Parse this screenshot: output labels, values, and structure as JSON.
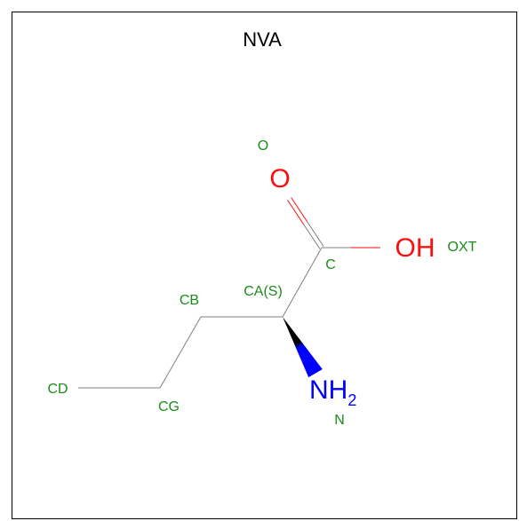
{
  "title": "NVA",
  "colors": {
    "carbon_bond": "#7f7f7f",
    "oxygen": "#ff0d0d",
    "nitrogen": "#0000ff",
    "atom_label": "#1a8c1a",
    "title": "#000000"
  },
  "atoms": [
    {
      "id": "CD",
      "label": "CD",
      "element": "C"
    },
    {
      "id": "CG",
      "label": "CG",
      "element": "C"
    },
    {
      "id": "CB",
      "label": "CB",
      "element": "C"
    },
    {
      "id": "CA",
      "label": "CA(S)",
      "element": "C"
    },
    {
      "id": "C",
      "label": "C",
      "element": "C"
    },
    {
      "id": "O",
      "label": "O",
      "element": "O",
      "symbol": "O"
    },
    {
      "id": "OXT",
      "label": "OXT",
      "element": "O",
      "symbol": "OH"
    },
    {
      "id": "N",
      "label": "N",
      "element": "N",
      "symbol": "NH",
      "subscript": "2"
    }
  ],
  "bonds": [
    {
      "from": "CD",
      "to": "CG",
      "order": 1
    },
    {
      "from": "CG",
      "to": "CB",
      "order": 1
    },
    {
      "from": "CB",
      "to": "CA",
      "order": 1
    },
    {
      "from": "CA",
      "to": "C",
      "order": 1
    },
    {
      "from": "C",
      "to": "O",
      "order": 2
    },
    {
      "from": "C",
      "to": "OXT",
      "order": 1
    },
    {
      "from": "CA",
      "to": "N",
      "order": 1,
      "stereo": "wedge"
    }
  ]
}
